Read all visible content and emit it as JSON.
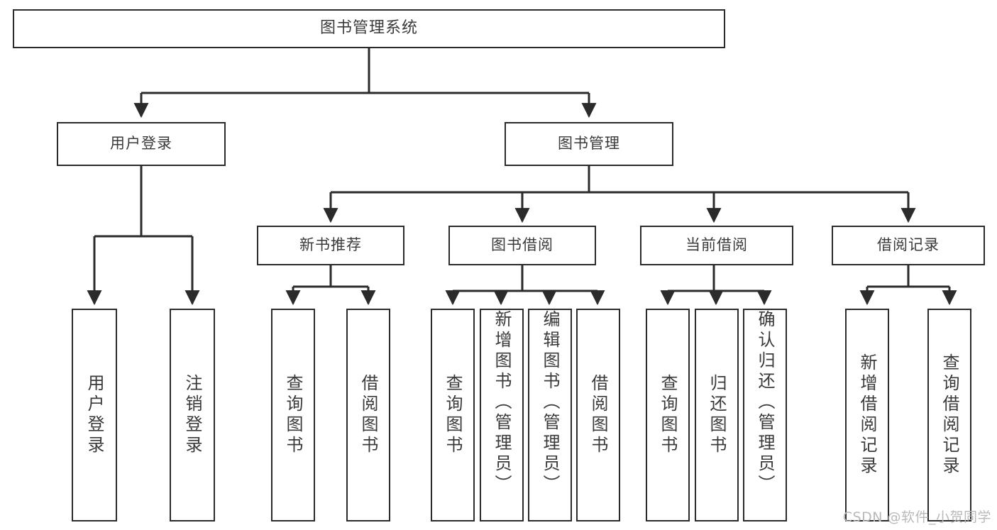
{
  "diagram": {
    "type": "tree-hierarchy",
    "title_node": {
      "label": "图书管理系统"
    },
    "level2": [
      {
        "id": "user-login",
        "label": "用户登录"
      },
      {
        "id": "book-manage",
        "label": "图书管理"
      }
    ],
    "level3": [
      {
        "id": "new-book-recommend",
        "label": "新书推荐",
        "parent": "book-manage"
      },
      {
        "id": "book-borrow",
        "label": "图书借阅",
        "parent": "book-manage"
      },
      {
        "id": "current-borrow",
        "label": "当前借阅",
        "parent": "book-manage"
      },
      {
        "id": "borrow-record",
        "label": "借阅记录",
        "parent": "book-manage"
      }
    ],
    "leaves": [
      {
        "id": "leaf-user-login",
        "label": "用户登录",
        "parent": "user-login"
      },
      {
        "id": "leaf-logout-login",
        "label": "注销登录",
        "parent": "user-login"
      },
      {
        "id": "leaf-query-book-1",
        "label": "查询图书",
        "parent": "new-book-recommend"
      },
      {
        "id": "leaf-borrow-book-1",
        "label": "借阅图书",
        "parent": "new-book-recommend"
      },
      {
        "id": "leaf-query-book-2",
        "label": "查询图书",
        "parent": "book-borrow"
      },
      {
        "id": "leaf-add-book",
        "label": "新增图书（管理员）",
        "parent": "book-borrow"
      },
      {
        "id": "leaf-edit-book",
        "label": "编辑图书（管理员）",
        "parent": "book-borrow"
      },
      {
        "id": "leaf-borrow-book-2",
        "label": "借阅图书",
        "parent": "book-borrow"
      },
      {
        "id": "leaf-query-book-3",
        "label": "查询图书",
        "parent": "current-borrow"
      },
      {
        "id": "leaf-return-book",
        "label": "归还图书",
        "parent": "current-borrow"
      },
      {
        "id": "leaf-confirm-return",
        "label": "确认归还（管理员）",
        "parent": "current-borrow"
      },
      {
        "id": "leaf-add-record",
        "label": "新增借阅记录",
        "parent": "borrow-record"
      },
      {
        "id": "leaf-query-record",
        "label": "查询借阅记录",
        "parent": "borrow-record"
      }
    ]
  },
  "watermark": {
    "text": "CSDN @软件_小贺同学"
  },
  "colors": {
    "stroke": "#2b2b2b",
    "text": "#3a3a3a",
    "background": "#ffffff",
    "watermark": "#b9b9b9"
  }
}
